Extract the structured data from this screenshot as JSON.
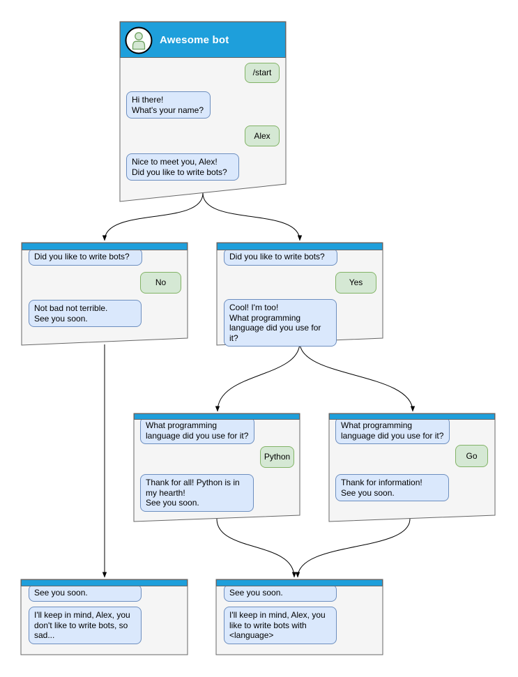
{
  "colors": {
    "accent": "#1E9FDB",
    "headerText": "#FFFFFF",
    "windowFill": "#F5F5F5",
    "windowBorder": "#666666",
    "botBubbleFill": "#DAE8FC",
    "botBubbleBorder": "#6C8EBF",
    "userBubbleFill": "#D5E8D4",
    "userBubbleBorder": "#82B366",
    "connector": "#000000"
  },
  "windows": {
    "main": {
      "title": "Awesome bot",
      "avatar_icon": "person-icon",
      "messages": {
        "start": "/start",
        "greeting": "Hi there!\nWhat's your name?",
        "name": "Alex",
        "question": "Nice to meet you, Alex!\nDid you like to write bots?"
      }
    },
    "no_branch": {
      "question": "Did you like to write bots?",
      "answer": "No",
      "reply": "Not bad not terrible.\nSee you soon."
    },
    "yes_branch": {
      "question": "Did you like to write bots?",
      "answer": "Yes",
      "reply": "Cool! I'm too!\nWhat programming\nlanguage did you use for it?"
    },
    "python_branch": {
      "question": "What programming\nlanguage did you use for it?",
      "answer": "Python",
      "reply": "Thank for all! Python is in\nmy hearth!\nSee you soon."
    },
    "go_branch": {
      "question": "What programming\nlanguage did you use for it?",
      "answer": "Go",
      "reply": "Thank for information!\nSee you soon."
    },
    "end_no": {
      "message": "See you soon.",
      "reply": "I'll keep in mind, Alex, you\ndon't like to write bots, so\nsad..."
    },
    "end_yes": {
      "message": "See you soon.",
      "reply": "I'll keep in mind, Alex, you\nlike to write bots with\n<language>"
    }
  }
}
